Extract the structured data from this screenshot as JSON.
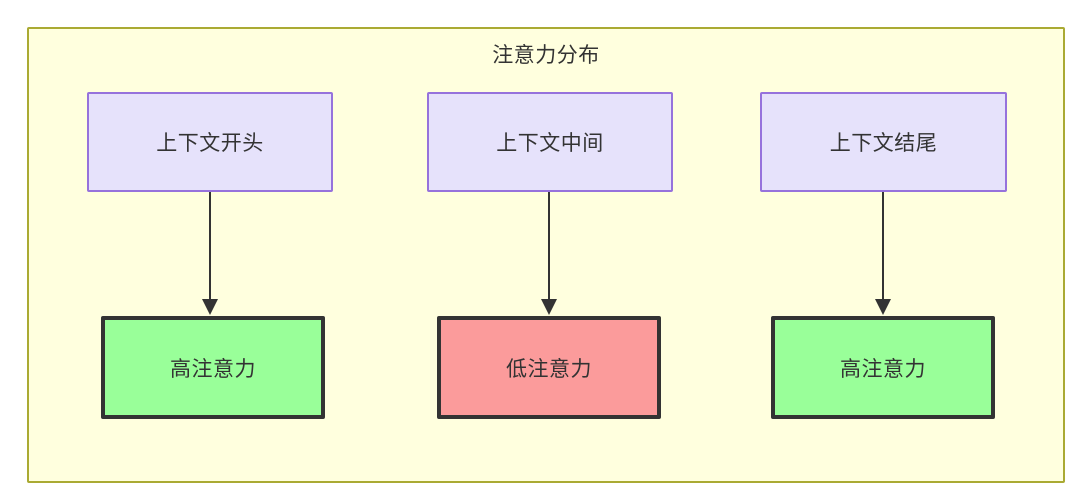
{
  "diagram": {
    "type": "flowchart",
    "orientation": "top-to-bottom",
    "title": "注意力分布",
    "container": {
      "label": "注意力分布",
      "fill": "#ffffde",
      "border": "#aaaa33"
    },
    "nodes": [
      {
        "id": "ctx-start",
        "label": "上下文开头",
        "group": "context",
        "fill": "#e6e2fb",
        "border": "#9672dc",
        "column": 1
      },
      {
        "id": "ctx-middle",
        "label": "上下文中间",
        "group": "context",
        "fill": "#e6e2fb",
        "border": "#9672dc",
        "column": 2
      },
      {
        "id": "ctx-end",
        "label": "上下文结尾",
        "group": "context",
        "fill": "#e6e2fb",
        "border": "#9672dc",
        "column": 3
      },
      {
        "id": "att-start",
        "label": "高注意力",
        "group": "attention",
        "level": "high",
        "fill": "#99ff99",
        "border": "#333333",
        "column": 1
      },
      {
        "id": "att-middle",
        "label": "低注意力",
        "group": "attention",
        "level": "low",
        "fill": "#fb9b9b",
        "border": "#333333",
        "column": 2
      },
      {
        "id": "att-end",
        "label": "高注意力",
        "group": "attention",
        "level": "high",
        "fill": "#99ff99",
        "border": "#333333",
        "column": 3
      }
    ],
    "edges": [
      {
        "from": "ctx-start",
        "to": "att-start",
        "arrow": "solid-triangle",
        "color": "#333333"
      },
      {
        "from": "ctx-middle",
        "to": "att-middle",
        "arrow": "solid-triangle",
        "color": "#333333"
      },
      {
        "from": "ctx-end",
        "to": "att-end",
        "arrow": "solid-triangle",
        "color": "#333333"
      }
    ]
  }
}
